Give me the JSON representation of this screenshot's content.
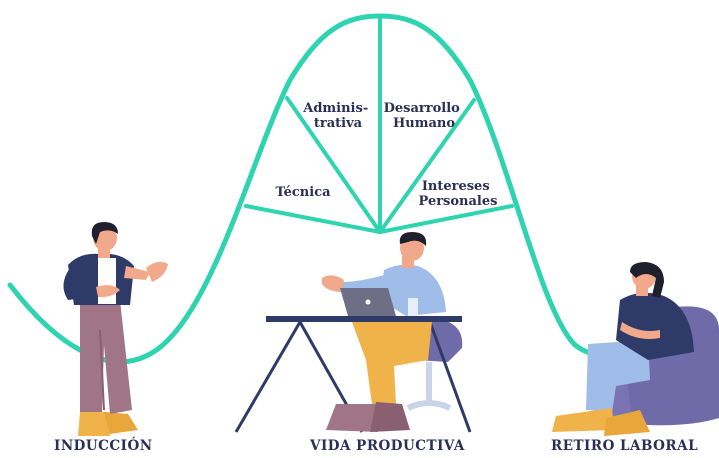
{
  "curve_segments": {
    "administrativa": [
      "Adminis-",
      "trativa"
    ],
    "desarrollo_humano": [
      "Desarrollo",
      "Humano"
    ],
    "tecnica": [
      "Técnica"
    ],
    "intereses_personales": [
      "Intereses",
      "Personales"
    ]
  },
  "stages": {
    "induccion": "INDUCCIÓN",
    "vida_productiva": "VIDA PRODUCTIVA",
    "retiro_laboral": "RETIRO LABORAL"
  },
  "colors": {
    "curve": "#2ed3b0",
    "text": "#2a2f55",
    "skin": "#f2a98b",
    "hair": "#1f1f2e",
    "navy": "#2e3a67",
    "mauve": "#a07586",
    "mustard": "#f0b34a",
    "lightblue": "#9fbde8",
    "purple": "#6f6aa8"
  }
}
